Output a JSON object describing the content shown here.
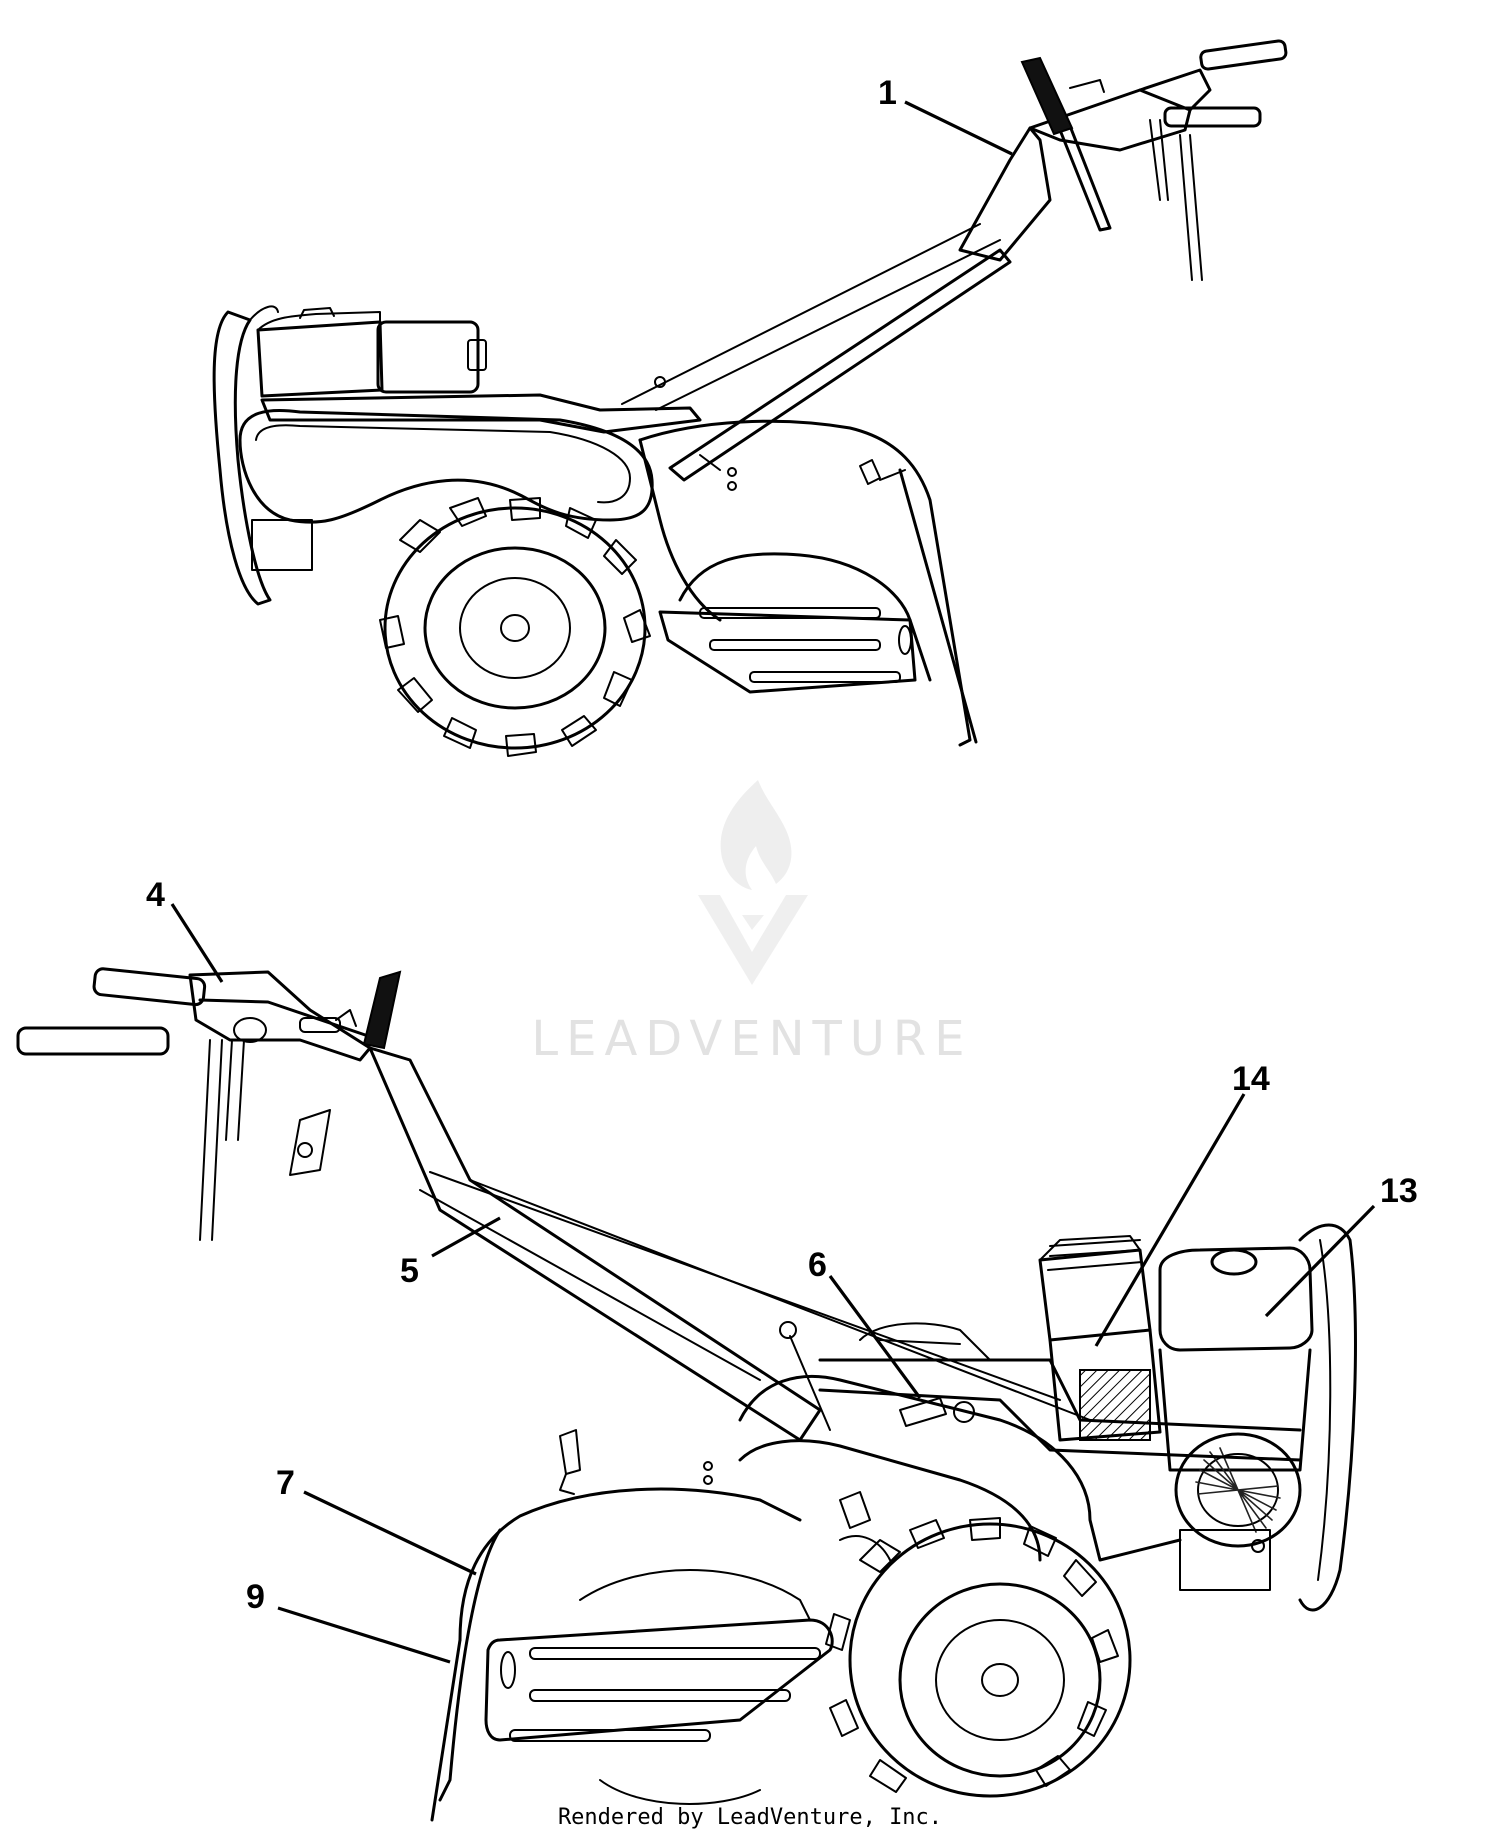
{
  "callouts": [
    {
      "id": "1",
      "label": "1"
    },
    {
      "id": "4",
      "label": "4"
    },
    {
      "id": "5",
      "label": "5"
    },
    {
      "id": "6",
      "label": "6"
    },
    {
      "id": "7",
      "label": "7"
    },
    {
      "id": "9",
      "label": "9"
    },
    {
      "id": "13",
      "label": "13"
    },
    {
      "id": "14",
      "label": "14"
    }
  ],
  "watermark": {
    "text": "LEADVENTURE",
    "icon": "flame-v-logo-icon"
  },
  "footer": {
    "credit": "Rendered by LeadVenture, Inc."
  }
}
